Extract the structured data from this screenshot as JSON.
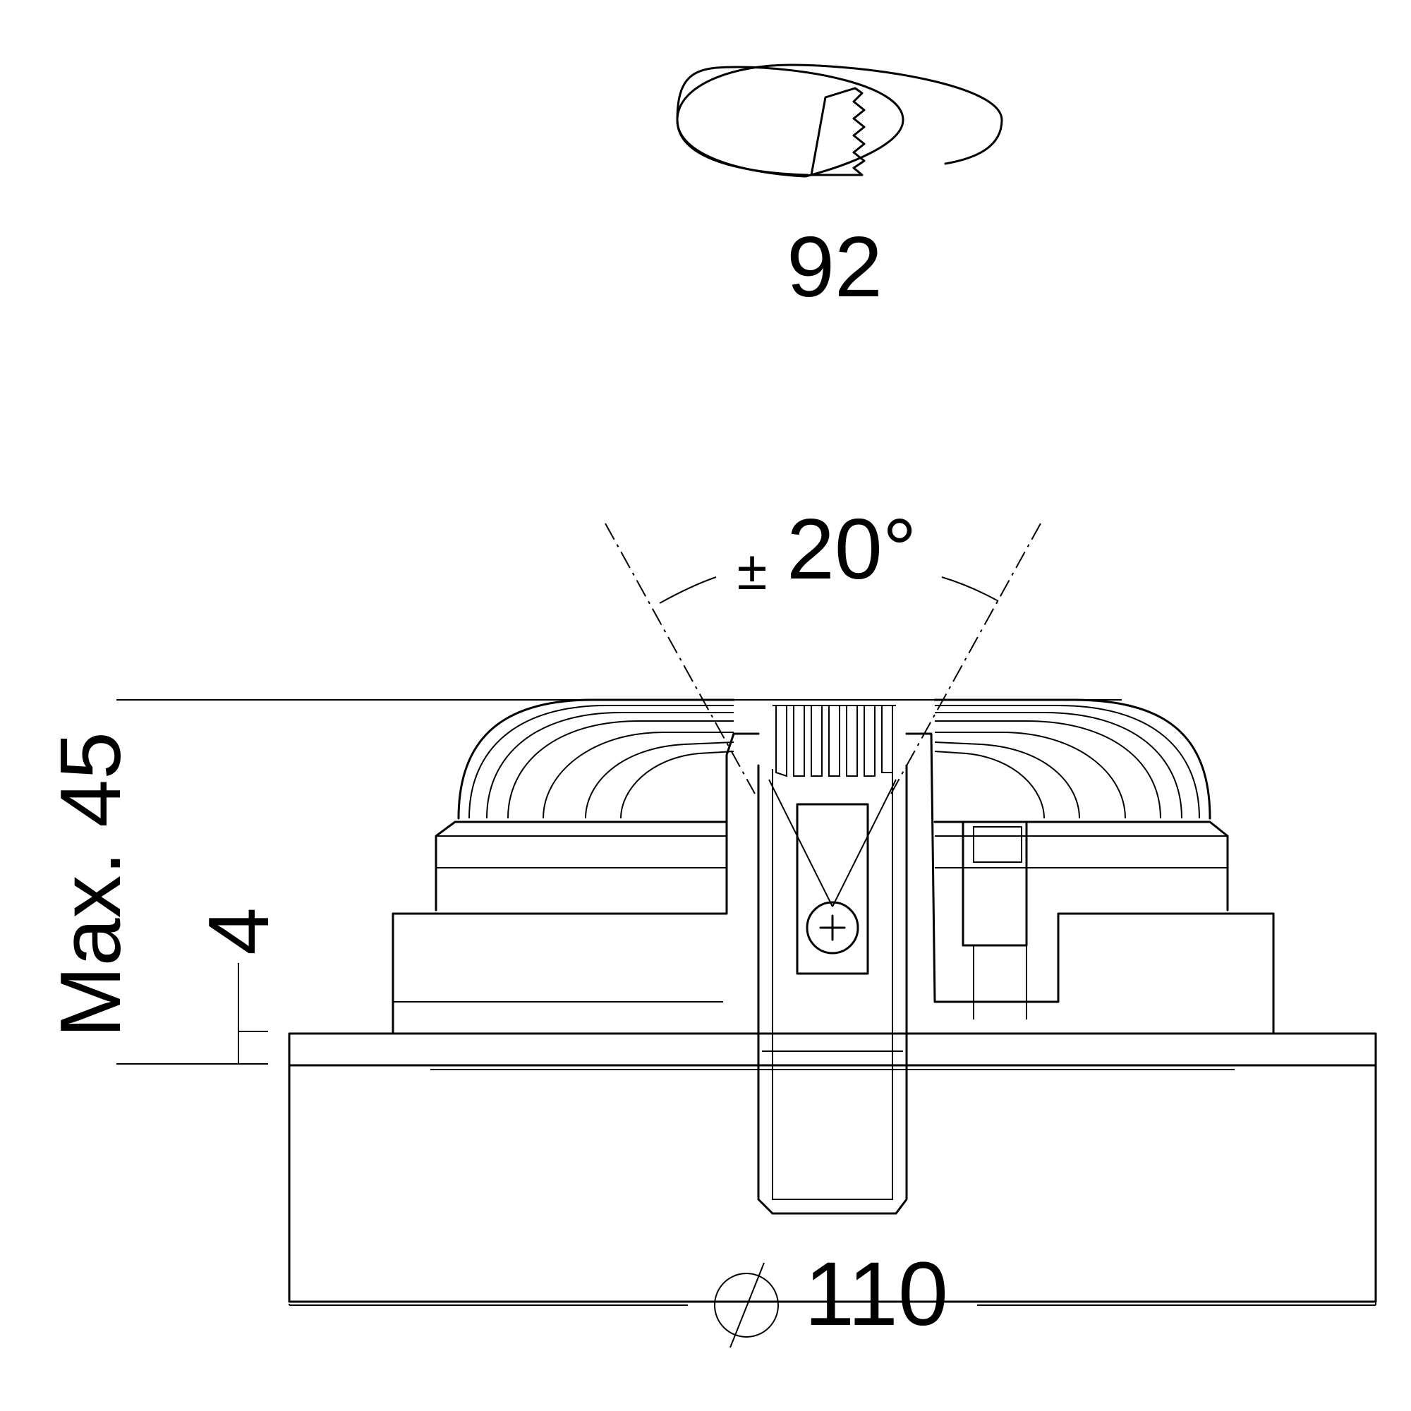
{
  "cutout": {
    "diameter_label": "92",
    "icon": "saw-cut-hole-icon"
  },
  "tilt": {
    "plus_minus": "±",
    "angle_label": "20°"
  },
  "height": {
    "max_label": "Max. 45",
    "flange_label": "4"
  },
  "diameter": {
    "symbol": "∅",
    "value_label": "110"
  },
  "colors": {
    "line": "#000000",
    "background": "#ffffff"
  }
}
